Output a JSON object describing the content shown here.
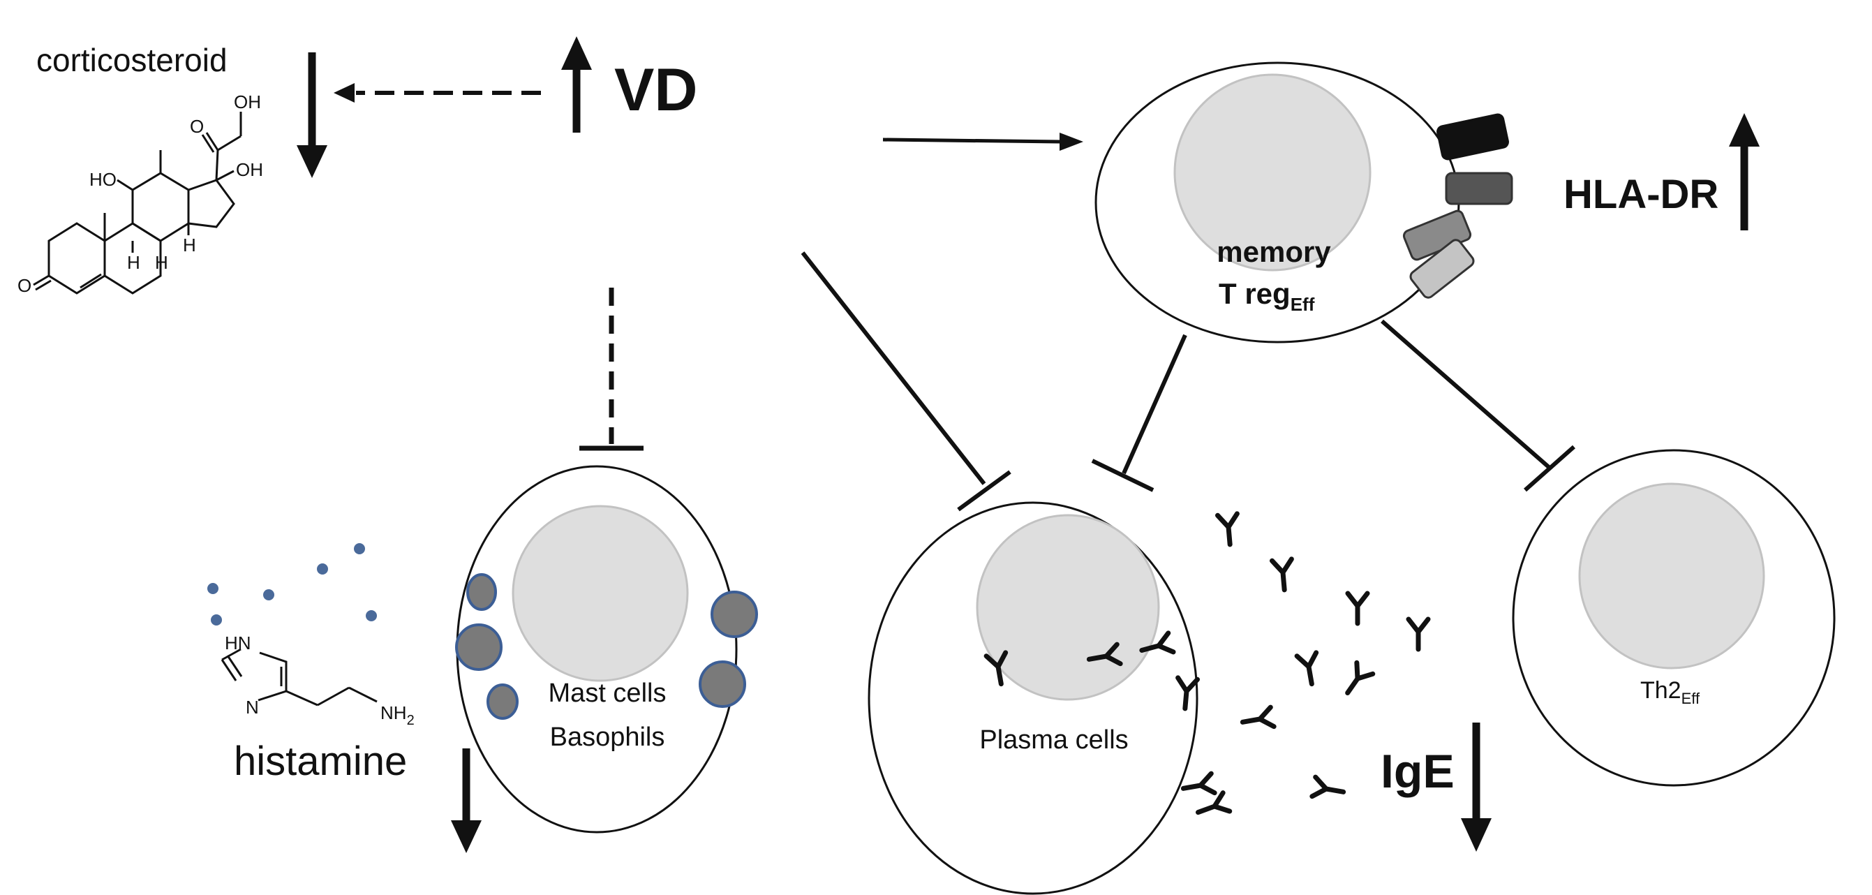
{
  "labels": {
    "corticosteroid": "corticosteroid",
    "vd": "VD",
    "hla_dr": "HLA-DR",
    "histamine": "histamine",
    "ige": "IgE",
    "memory_treg_line1": "memory",
    "memory_treg_line2": "T reg",
    "memory_treg_sub": "Eff",
    "mast_line1": "Mast cells",
    "mast_line2": "Basophils",
    "plasma": "Plasma cells",
    "th2": "Th2",
    "th2_sub": "Eff"
  },
  "chem_atoms": {
    "oh_top": "OH",
    "o_ketone": "O",
    "ho_left": "HO",
    "oh_right": "OH",
    "h1": "H",
    "h2": "H",
    "h3": "H",
    "o_ring": "O",
    "hn": "HN",
    "n": "N",
    "nh2": "NH",
    "nh2_sub": "2"
  },
  "colors": {
    "line": "#111111",
    "nucleus_fill": "#dedede",
    "nucleus_stroke": "#c2c2c2",
    "granule_fill": "#7a7a7a",
    "granule_stroke": "#3c5e95",
    "dot": "#4a6a9a",
    "receptor_shades": [
      "#111111",
      "#555555",
      "#8a8a8a",
      "#c4c4c4"
    ]
  }
}
